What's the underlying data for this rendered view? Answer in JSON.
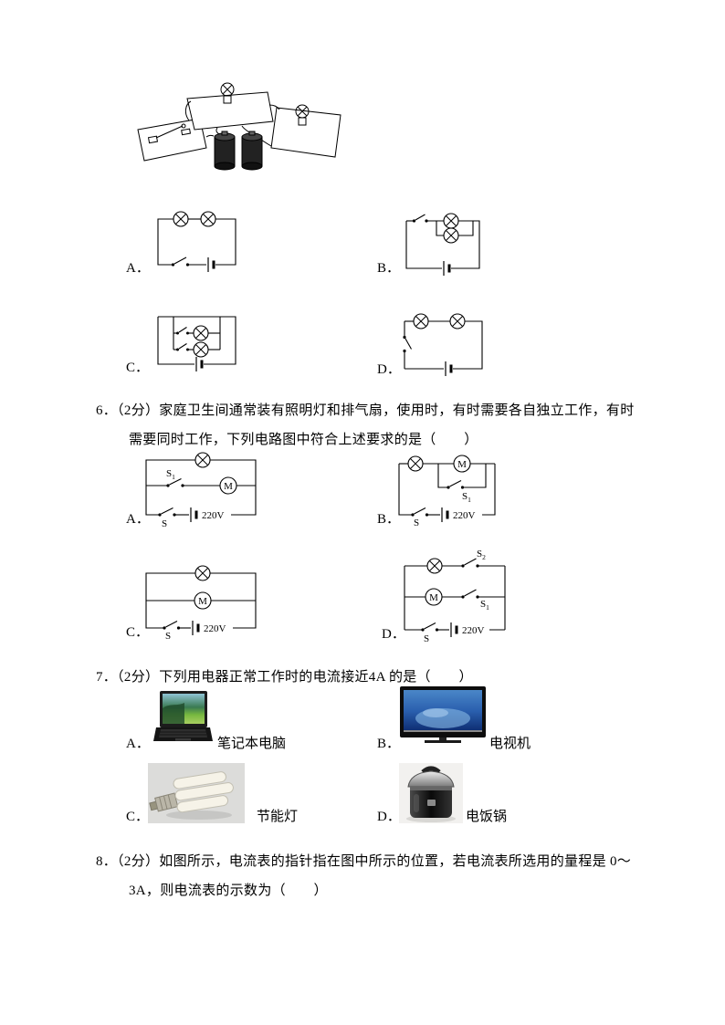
{
  "q5": {
    "options": [
      {
        "label": "A．"
      },
      {
        "label": "B．"
      },
      {
        "label": "C．"
      },
      {
        "label": "D．"
      }
    ]
  },
  "q6": {
    "text": "6．（2分）家庭卫生间通常装有照明灯和排气扇，使用时，有时需要各自独立工作，有时需要同时工作，下列电路图中符合上述要求的是（　　）",
    "options": [
      {
        "label": "A．"
      },
      {
        "label": "B．"
      },
      {
        "label": "C．"
      },
      {
        "label": "D．"
      }
    ],
    "circuit_labels": {
      "a": {
        "switch1": "S",
        "switch1_sub": "1",
        "motor": "M",
        "main_switch": "S",
        "voltage": "220V"
      },
      "b": {
        "switch1": "S",
        "switch1_sub": "1",
        "motor": "M",
        "main_switch": "S",
        "voltage": "220V"
      },
      "c": {
        "motor": "M",
        "main_switch": "S",
        "voltage": "220V"
      },
      "d": {
        "switch2": "S",
        "switch2_sub": "2",
        "switch1": "S",
        "switch1_sub": "1",
        "motor": "M",
        "main_switch": "S",
        "voltage": "220V"
      }
    }
  },
  "q7": {
    "text": "7．（2分）下列用电器正常工作时的电流接近4A 的是（　　）",
    "options": [
      {
        "label": "A．",
        "caption": "笔记本电脑"
      },
      {
        "label": "B．",
        "caption": "电视机"
      },
      {
        "label": "C．",
        "caption": "节能灯"
      },
      {
        "label": "D．",
        "caption": "电饭锅"
      }
    ]
  },
  "q8": {
    "text": "8．（2分）如图所示，电流表的指针指在图中所示的位置，若电流表所选用的量程是 0～3A，则电流表的示数为（　　）"
  }
}
